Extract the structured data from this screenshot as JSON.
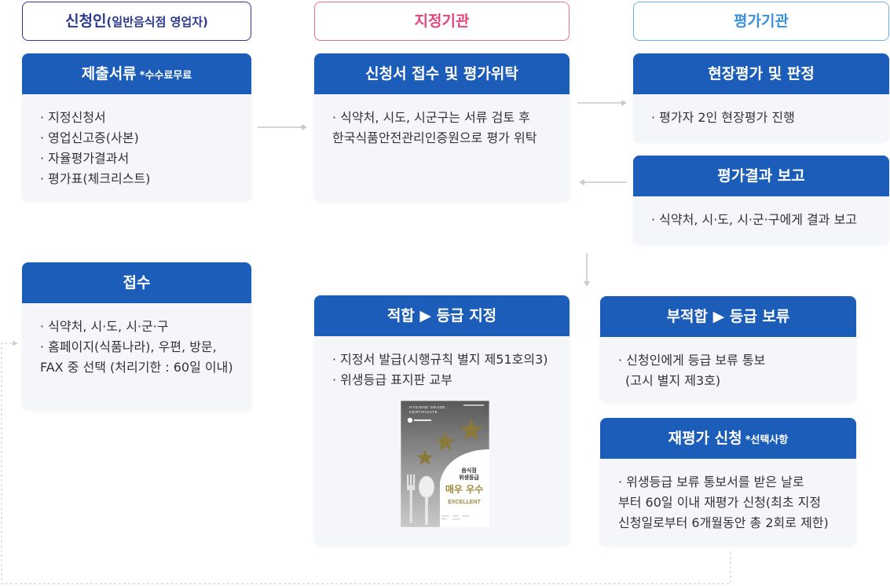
{
  "lanes": {
    "applicant": {
      "title": "신청인",
      "subtitle": "(일반음식점 영업자)"
    },
    "designating_agency": {
      "title": "지정기관"
    },
    "evaluating_agency": {
      "title": "평가기관"
    }
  },
  "steps": {
    "submit": {
      "title": "제출서류",
      "note": "*수수료무료",
      "lines": [
        "· 지정신청서",
        "· 영업신고증(사본)",
        "· 자율평가결과서",
        "· 평가표(체크리스트)"
      ]
    },
    "receive_delegate": {
      "title": "신청서 접수 및 평가위탁",
      "lines": [
        "· 식약처, 시도, 시군구는 서류 검토 후",
        "한국식품안전관리인증원으로 평가 위탁"
      ]
    },
    "onsite": {
      "title": "현장평가 및 판정",
      "lines": [
        "· 평가자 2인 현장평가 진행"
      ]
    },
    "report": {
      "title": "평가결과 보고",
      "lines": [
        "· 식약처, 시·도, 시·군·구에게 결과 보고"
      ]
    },
    "intake": {
      "title": "접수",
      "lines": [
        "· 식약처, 시·도, 시·군·구",
        "· 홈페이지(식품나라), 우편, 방문,",
        "FAX 중 선택 (처리기한 : 60일 이내)"
      ]
    },
    "pass": {
      "title": "적합 ▶ 등급 지정",
      "lines": [
        "· 지정서 발급(시행규칙 별지 제51호의3)",
        "· 위생등급 표지판 교부"
      ]
    },
    "hold": {
      "title": "부적합 ▶ 등급 보류",
      "lines": [
        "· 신청인에게 등급 보류 통보",
        "(고시 별지 제3호)"
      ]
    },
    "reeval": {
      "title": "재평가 신청",
      "note": "*선택사항",
      "lines": [
        "· 위생등급 보류 통보서를 받은 날로",
        "부터 60일 이내 재평가 신청(최초 지정",
        "신청일로부터 6개월동안 총 2회로 제한)"
      ]
    }
  },
  "certificate": {
    "header": [
      "HYGIENE GRADE",
      "CERTIFICATE"
    ],
    "label": [
      "음식점",
      "위생등급"
    ],
    "grade": "매우 우수",
    "grade_en": "EXCELLENT",
    "stars": 3
  },
  "colors": {
    "header_blue": "#1b5db9",
    "body_bg": "#f4f6f9",
    "lane_applicant": "#2b3a8f",
    "lane_designating": "#e4467a",
    "lane_evaluating": "#3b90dc",
    "arrow": "#c6c9ce",
    "gold": "#8a7a3a"
  }
}
